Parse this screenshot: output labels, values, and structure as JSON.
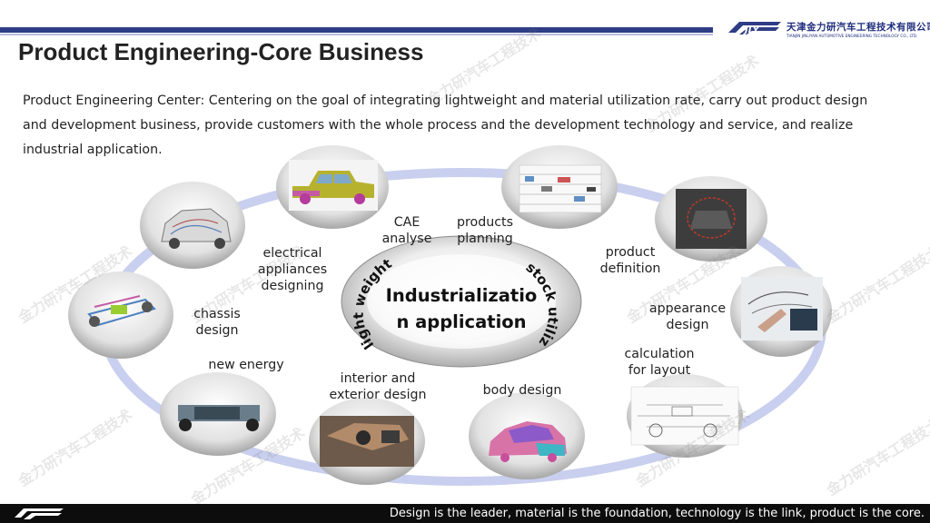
{
  "header": {
    "title": "Product Engineering-Core Business",
    "logo_cn": "天津金力研汽车工程技术有限公司",
    "logo_en": "TIANJIN JINLIYAN AUTOMOTIVE ENGINEERING TECHNOLOGY CO., LTD.",
    "accent_color": "#2f3d86"
  },
  "intro": "Product Engineering Center: Centering on the goal of integrating lightweight and material utilization rate, carry out product design and development business, provide customers with the whole process and the development technology and service, and realize industrial application.",
  "core": {
    "title_line1": "Industrializatio",
    "title_line2": "n application",
    "arc_left": "light weight",
    "arc_right": "stock utilization"
  },
  "items": [
    {
      "key": "cae",
      "label_lines": [
        "CAE",
        "analyse"
      ],
      "icon": "pickup-truck-cae-image"
    },
    {
      "key": "planning",
      "label_lines": [
        "products",
        "planning"
      ],
      "icon": "planning-table-image"
    },
    {
      "key": "definition",
      "label_lines": [
        "product",
        "definition"
      ],
      "icon": "vehicle-definition-image"
    },
    {
      "key": "appearance",
      "label_lines": [
        "appearance",
        "design"
      ],
      "icon": "sketching-hand-image"
    },
    {
      "key": "layout",
      "label_lines": [
        "calculation",
        "for layout"
      ],
      "icon": "layout-drawing-image"
    },
    {
      "key": "body",
      "label_lines": [
        "body design"
      ],
      "icon": "car-body-image"
    },
    {
      "key": "interior",
      "label_lines": [
        "interior and",
        "exterior design"
      ],
      "icon": "car-interior-image"
    },
    {
      "key": "energy",
      "label_lines": [
        "new energy"
      ],
      "icon": "ev-chassis-image"
    },
    {
      "key": "chassis",
      "label_lines": [
        "chassis",
        "design"
      ],
      "icon": "chassis-frame-image"
    },
    {
      "key": "electrical",
      "label_lines": [
        "electrical",
        "appliances",
        "designing"
      ],
      "icon": "car-wiring-image"
    }
  ],
  "watermark": "金力研汽车工程技术",
  "footer": {
    "slogan": "Design is the leader, material is the foundation, technology is the link, product is the core."
  }
}
